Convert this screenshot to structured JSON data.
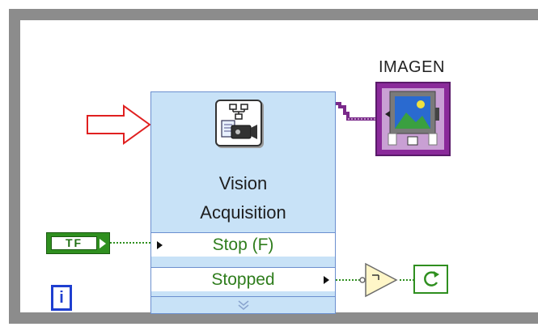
{
  "vi": {
    "title_line1": "Vision",
    "title_line2": "Acquisition",
    "terminals": {
      "stop_input": "Stop (F)",
      "stopped_output": "Stopped"
    }
  },
  "indicator": {
    "label": "IMAGEN"
  },
  "constant": {
    "text": "TF"
  },
  "iteration": {
    "text": "i"
  },
  "icons": {
    "vi_icon": "vision-acquisition-icon",
    "image_indicator": "image-display-icon",
    "not_gate": "not-icon",
    "loop_condition": "loop-condition-icon",
    "pointer_arrow": "outline-arrow-icon"
  },
  "colors": {
    "loop_frame": "#8c8c8c",
    "vi_background": "#c8e2f7",
    "vi_border": "#6b8fcf",
    "boolean_wire": "#2f8f1f",
    "image_wire": "#7a2a8a",
    "annotation_arrow": "#e02020",
    "iteration_border": "#1f3fd0"
  }
}
